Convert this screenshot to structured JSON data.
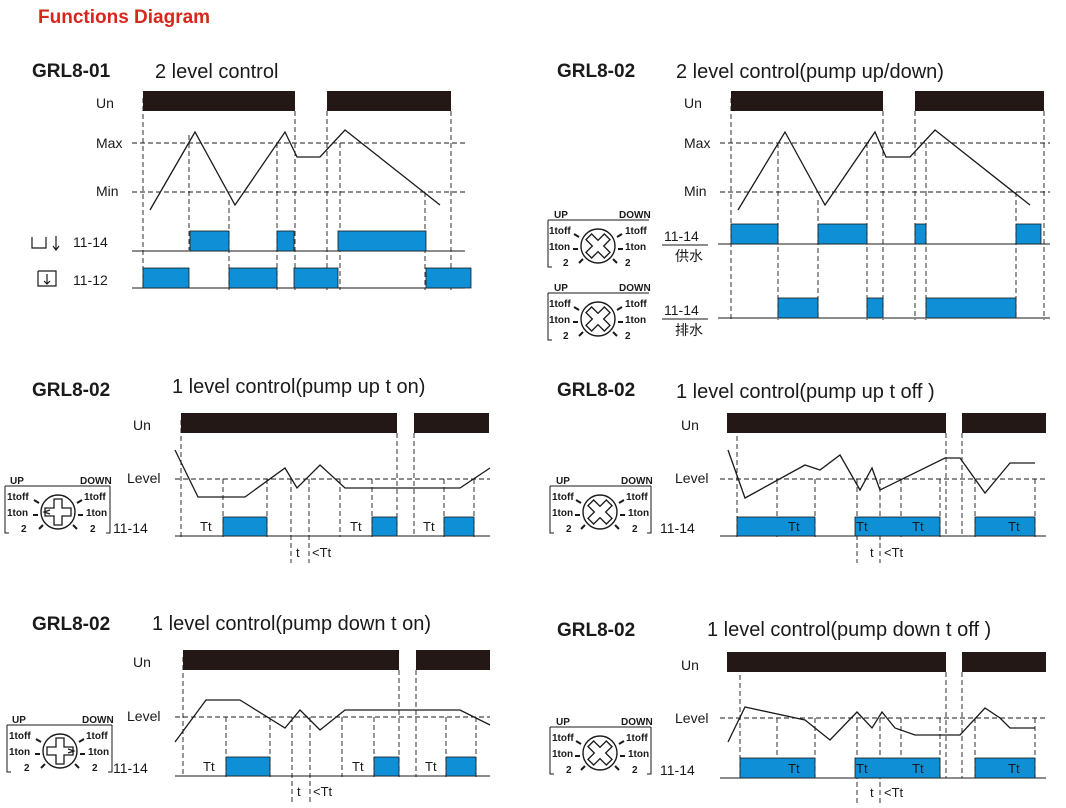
{
  "header": {
    "title": "Functions Diagram"
  },
  "common": {
    "un": "Un",
    "max": "Max",
    "min": "Min",
    "level": "Level",
    "r1114": "11-14",
    "r1112": "11-12",
    "tt": "Tt",
    "t": "t",
    "lt_tt": "<Tt",
    "sw_up": "UP",
    "sw_down": "DOWN",
    "sw_1toff": "1toff",
    "sw_1ton": "1ton",
    "sw_2": "2",
    "supply": "供水",
    "drain": "排水"
  },
  "diagrams": {
    "d1": {
      "model": "GRL8-01",
      "mode": "2 level control"
    },
    "d2": {
      "model": "GRL8-02",
      "mode": "2 level control(pump up/down)"
    },
    "d3": {
      "model": "GRL8-02",
      "mode": "1 level control(pump up t on)"
    },
    "d4": {
      "model": "GRL8-02",
      "mode": "1 level control(pump up t off )"
    },
    "d5": {
      "model": "GRL8-02",
      "mode": "1 level control(pump down t on)"
    },
    "d6": {
      "model": "GRL8-02",
      "mode": "1 level control(pump down t off )"
    }
  },
  "colors": {
    "title": "#d9261c",
    "relay_on": "#0e8fd6",
    "supply_on": "#231815"
  }
}
